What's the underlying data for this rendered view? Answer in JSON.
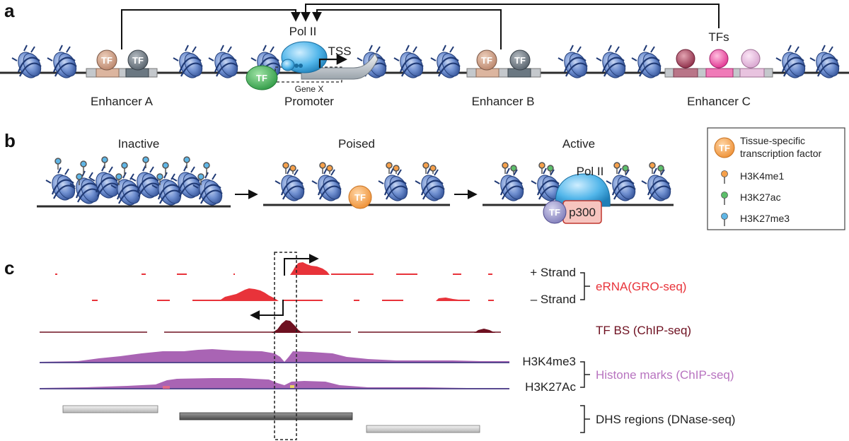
{
  "panels": {
    "a": "a",
    "b": "b",
    "c": "c"
  },
  "panel_a": {
    "enhancer_a": "Enhancer A",
    "promoter": "Promoter",
    "enhancer_b": "Enhancer B",
    "enhancer_c": "Enhancer C",
    "pol2": "Pol II",
    "tss": "TSS",
    "gene": "Gene X",
    "tfs": "TFs",
    "tf": "TF"
  },
  "panel_b": {
    "inactive": "Inactive",
    "poised": "Poised",
    "active": "Active",
    "pol2": "Pol II",
    "tf": "TF",
    "p300": "p300"
  },
  "legend": {
    "tf_symbol": "TF",
    "tf_line1": "Tissue-specific",
    "tf_line2": "transcription factor",
    "h3k4me1": "H3K4me1",
    "h3k27ac": "H3K27ac",
    "h3k27me3": "H3K27me3"
  },
  "panel_c": {
    "plus_strand": "+ Strand",
    "minus_strand": "– Strand",
    "erna": "eRNA(GRO-seq)",
    "tfbs": "TF BS (ChIP-seq)",
    "h3k4me3": "H3K4me3",
    "h3k27ac": "H3K27Ac",
    "histone": "Histone marks (ChIP-seq)",
    "dhs": "DHS regions (DNase-seq)"
  },
  "colors": {
    "nucleosome": "#5b7fc4",
    "erna": "#e8333a",
    "tfbs": "#6e1020",
    "histone": "#a45cb0",
    "tf_orange": "#f6a04a",
    "mark_green": "#5cbf6a",
    "mark_blue": "#5fb6e6"
  }
}
